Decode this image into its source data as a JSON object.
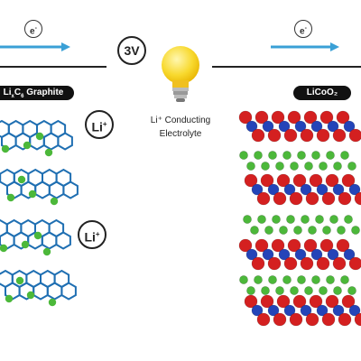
{
  "circuit": {
    "voltage": "3V",
    "electron_left": "e",
    "electron_right": "e",
    "electron_sup": "-"
  },
  "labels": {
    "anode_prefix": "Li",
    "anode_sub_x": "x",
    "anode_mid": "C",
    "anode_sub_6": "6",
    "anode_suffix": " Graphite",
    "cathode": "LiCoO₂"
  },
  "electrolyte": {
    "line1": "Li⁺ Conducting",
    "line2": "Electrolyte"
  },
  "ions": {
    "ion_top": "Li",
    "ion_bottom": "Li",
    "sup": "+"
  },
  "colors": {
    "graphite_line": "#1f6fb2",
    "lithium": "#4cb83a",
    "oxygen": "#d42020",
    "cobalt": "#2444b8",
    "arrow": "#3aa0d6",
    "bulb": "#f8d92e"
  }
}
